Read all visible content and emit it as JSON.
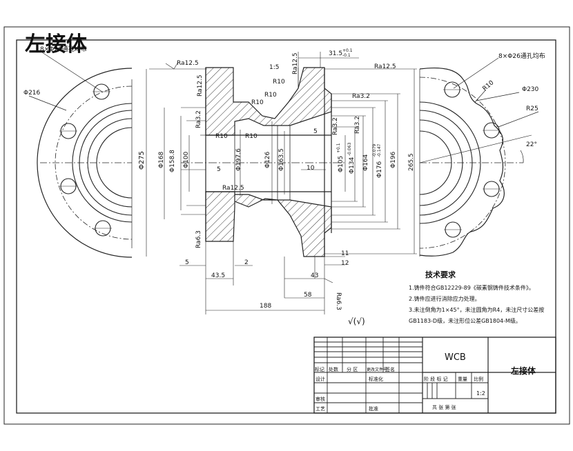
{
  "stamp_title": "左接体",
  "left_view": {
    "hole_note": "8×Φ26通孔均布",
    "dia_216": "Φ216",
    "dia_275": "Φ275"
  },
  "right_view": {
    "hole_note": "8×Φ26通孔均布",
    "r10": "R10",
    "dia_230": "Φ230",
    "r25": "R25",
    "angle": "22°"
  },
  "section": {
    "ra_12_5": "Ra12.5",
    "ra_3_2": "Ra3.2",
    "ra_6_3": "Ra6.3",
    "chamfer": "1:5",
    "r10": "R10",
    "dim_31_5": "31.5",
    "tol_31_5_upper": "+0.1",
    "tol_31_5_lower": "-0.1",
    "dia_168": "Φ168",
    "dia_158_8": "Φ158.8",
    "dia_100": "Φ100",
    "dia_197_6": "Φ197.6",
    "dia_126": "Φ126",
    "dia_163_5": "Φ163.5",
    "dia_105": "Φ105",
    "tol_105": "+0.1",
    "dia_134": "Φ134",
    "tol_134": "-0.063",
    "dia_164": "Φ164",
    "dia_176": "Φ176",
    "tol_176_a": "-0.079",
    "tol_176_b": "-0.147",
    "dia_196": "Φ196",
    "dia_265_5": "265.5",
    "dim_5": "5",
    "dim_10": "10",
    "dim_2": "2",
    "dim_43_5": "43.5",
    "dim_43": "43",
    "dim_58": "58",
    "dim_188": "188",
    "dim_11": "11",
    "dim_12": "12"
  },
  "notes": {
    "title": "技术要求",
    "line1": "1.铸件符合GB12229-89《碳素钢铸件技术条件》。",
    "line2": "2.铸件应进行消除应力处理。",
    "line3": "3.未注倒角为1×45°，未注圆角为R4，未注尺寸公差按",
    "line4": "GB1183-D级，未注形位公差GB1804-M级。"
  },
  "roughness_rest": "√(√)",
  "title_block": {
    "material": "WCB",
    "part_name": "左接体",
    "h_mark": "标记",
    "h_count": "处数",
    "h_zone": "分 区",
    "h_doc": "更改文件号",
    "h_sign": "签名",
    "h_design": "设计",
    "h_std": "标准化",
    "h_check": "审核",
    "h_process": "工艺",
    "h_approve": "批准",
    "h_stage": "阶 段 标 记",
    "h_weight": "重量",
    "h_scale": "比例",
    "scale_value": "1:2",
    "sheets": "共   张   第   张"
  }
}
